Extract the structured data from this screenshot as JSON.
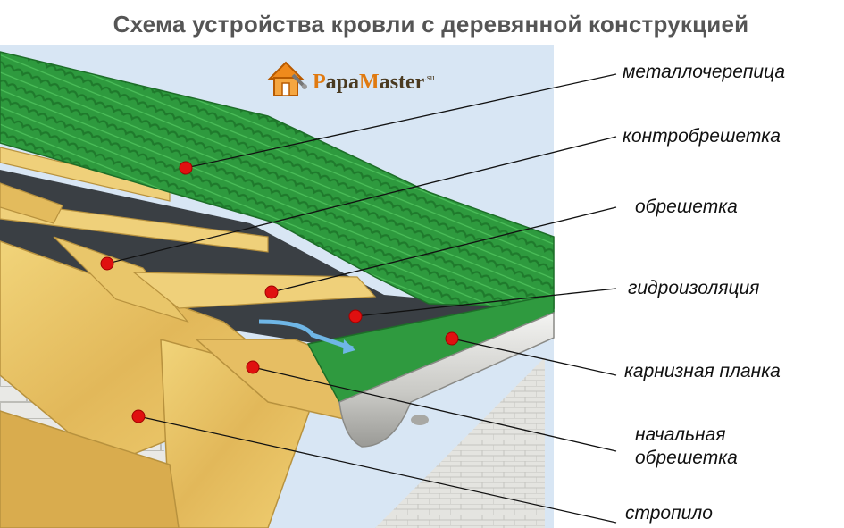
{
  "title": "Схема устройства кровли с деревянной конструкцией",
  "logo": {
    "p": "P",
    "apa": "apa",
    "m": "M",
    "aster": "aster",
    "suffix": ".su"
  },
  "labels": {
    "metal_tile": "металлочерепица",
    "counter_batten": "контробрешетка",
    "batten": "обрешетка",
    "waterproofing": "гидроизоляция",
    "eaves_strip": "карнизная планка",
    "starting_batten_line1": "начальная",
    "starting_batten_line2": "обрешетка",
    "rafter": "стропило"
  },
  "colors": {
    "roof_green": "#2e9a3e",
    "wood": "#e8c060",
    "marker_red": "#e01010",
    "sky": "#d8e6f4",
    "gutter": "#d8d8d4"
  }
}
